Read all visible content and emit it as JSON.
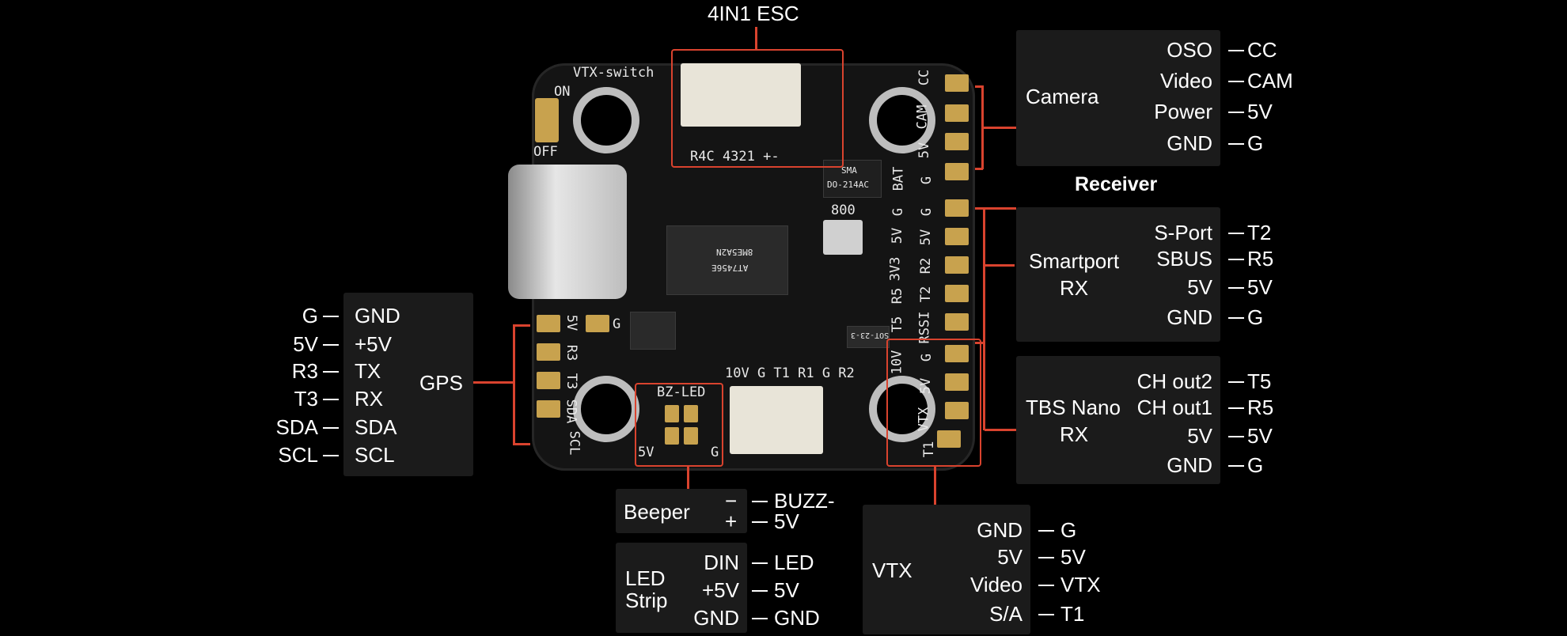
{
  "top": {
    "esc_label": "4IN1 ESC",
    "esc_pins": "R4C 4321 +-"
  },
  "board": {
    "vtx_switch": "VTX-switch",
    "on": "ON",
    "off": "OFF",
    "sma": "SMA",
    "sma_sub": "DO-214AC",
    "chip_text": "8ME5A2N",
    "chip_text2": "AT7456E",
    "code800": "800",
    "sot": "SOT-23-3",
    "bzled": "BZ-LED",
    "bz5v": "5V",
    "bzg": "G",
    "bottom_pins": "10V G T1 R1 G R2",
    "left_col": [
      "5V",
      "R3",
      "T3",
      "SDA",
      "SCL"
    ],
    "left_g": "G",
    "right_col1": [
      "BAT",
      "G",
      "5V",
      "3V3",
      "R5",
      "T5",
      "10V",
      "VTX",
      "T1"
    ],
    "right_col2": [
      "CC",
      "CAM",
      "5V",
      "G",
      "G",
      "5V",
      "R2",
      "T2",
      "RSSI",
      "G",
      "5V"
    ]
  },
  "camera": {
    "title": "Camera",
    "rows": [
      {
        "pin": "OSO",
        "pad": "CC"
      },
      {
        "pin": "Video",
        "pad": "CAM"
      },
      {
        "pin": "Power",
        "pad": "5V"
      },
      {
        "pin": "GND",
        "pad": "G"
      }
    ]
  },
  "receiver_heading": "Receiver",
  "smartport": {
    "title1": "Smartport",
    "title2": "RX",
    "rows": [
      {
        "pin": "S-Port",
        "pad": "T2"
      },
      {
        "pin": "SBUS",
        "pad": "R5"
      },
      {
        "pin": "5V",
        "pad": "5V"
      },
      {
        "pin": "GND",
        "pad": "G"
      }
    ]
  },
  "tbs": {
    "title1": "TBS Nano",
    "title2": "RX",
    "rows": [
      {
        "pin": "CH out2",
        "pad": "T5"
      },
      {
        "pin": "CH out1",
        "pad": "R5"
      },
      {
        "pin": "5V",
        "pad": "5V"
      },
      {
        "pin": "GND",
        "pad": "G"
      }
    ]
  },
  "gps": {
    "title": "GPS",
    "rows": [
      {
        "pad": "G",
        "pin": "GND"
      },
      {
        "pad": "5V",
        "pin": "+5V"
      },
      {
        "pad": "R3",
        "pin": "TX"
      },
      {
        "pad": "T3",
        "pin": "RX"
      },
      {
        "pad": "SDA",
        "pin": "SDA"
      },
      {
        "pad": "SCL",
        "pin": "SCL"
      }
    ]
  },
  "beeper": {
    "title": "Beeper",
    "rows": [
      {
        "pin": "−",
        "pad": "BUZZ-"
      },
      {
        "pin": "+",
        "pad": "5V"
      }
    ]
  },
  "led": {
    "title1": "LED",
    "title2": "Strip",
    "rows": [
      {
        "pin": "DIN",
        "pad": "LED"
      },
      {
        "pin": "+5V",
        "pad": "5V"
      },
      {
        "pin": "GND",
        "pad": "GND"
      }
    ]
  },
  "vtx": {
    "title": "VTX",
    "rows": [
      {
        "pin": "GND",
        "pad": "G"
      },
      {
        "pin": "5V",
        "pad": "5V"
      },
      {
        "pin": "Video",
        "pad": "VTX"
      },
      {
        "pin": "S/A",
        "pad": "T1"
      }
    ]
  }
}
